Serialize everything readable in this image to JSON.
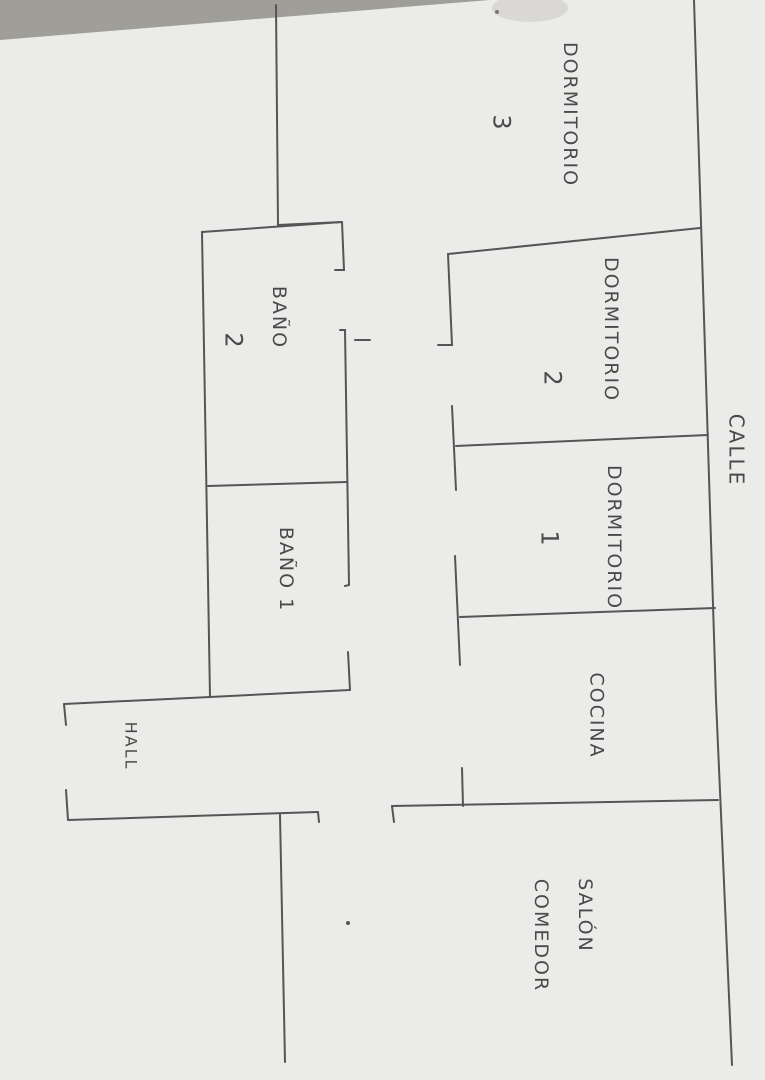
{
  "plan": {
    "street": "CALLE",
    "rooms": {
      "dormitorio_3": {
        "name": "DORMITORIO",
        "number": "3"
      },
      "dormitorio_2": {
        "name": "DORMITORIO",
        "number": "2"
      },
      "dormitorio_1": {
        "name": "DORMITORIO",
        "number": "1"
      },
      "bano_2": {
        "name": "BAÑO",
        "number": "2"
      },
      "bano_1": {
        "name": "BAÑO 1"
      },
      "cocina": {
        "name": "COCINA"
      },
      "hall": {
        "name": "HALL"
      },
      "salon": {
        "name": "SALÓN"
      },
      "comedor": {
        "name": "COMEDOR"
      }
    }
  },
  "colors": {
    "paper": "#ebebe9",
    "pencil": "#555555",
    "text": "#4a4a4a"
  }
}
